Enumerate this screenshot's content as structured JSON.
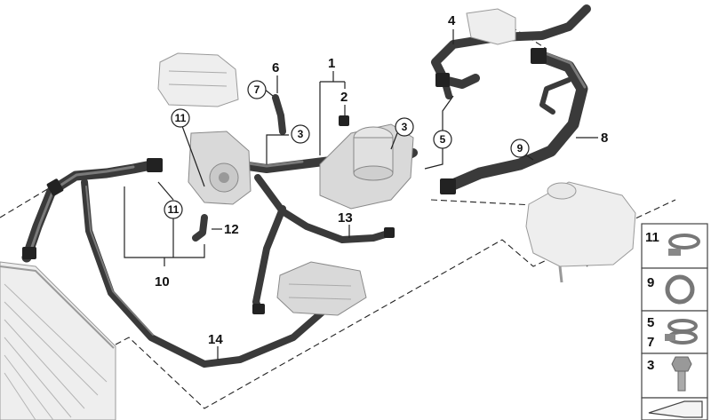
{
  "callouts": {
    "c1": "1",
    "c2": "2",
    "c3a": "3",
    "c3b": "3",
    "c4": "4",
    "c5": "5",
    "c6": "6",
    "c7": "7",
    "c8": "8",
    "c9": "9",
    "c10": "10",
    "c11a": "11",
    "c11b": "11",
    "c12": "12",
    "c13": "13",
    "c14": "14"
  },
  "legend": {
    "item1": "11",
    "item2": "9",
    "item3a": "5",
    "item3b": "7",
    "item4": "3"
  },
  "colors": {
    "hose": "#3a3a3a",
    "line": "#222222",
    "part": "#d9d9d9"
  }
}
